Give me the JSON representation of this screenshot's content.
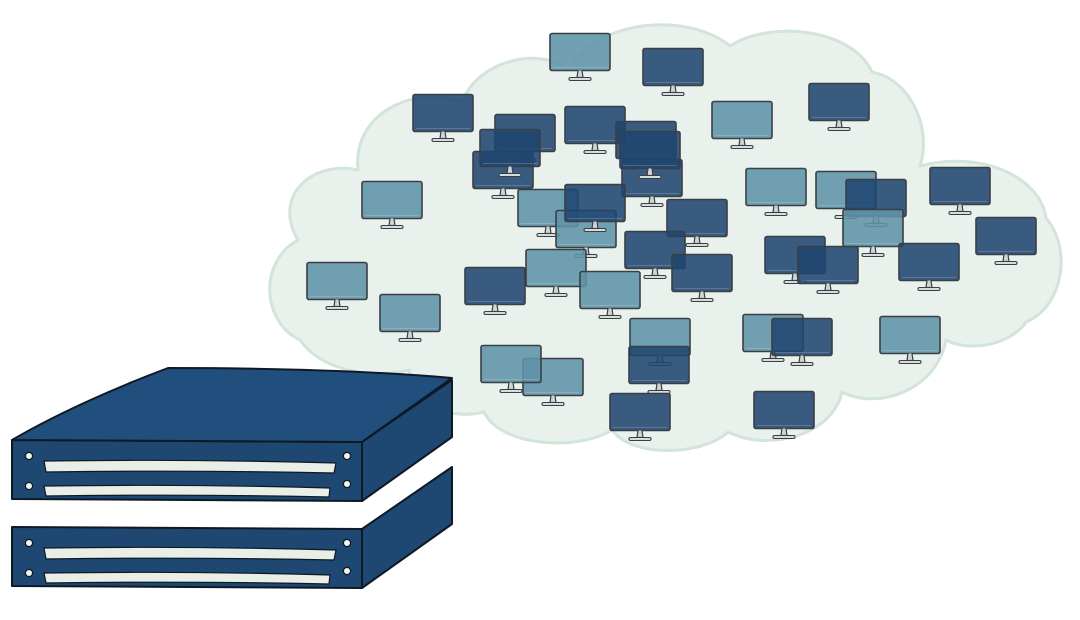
{
  "colors": {
    "background": "#ffffff",
    "cloud_fill": "#e8f1ec",
    "cloud_edge": "#d3e4da",
    "monitor_dark": "#1f4670",
    "monitor_light": "#5f93a8",
    "monitor_frame": "#3a3f44",
    "server_body": "#1e4872",
    "server_top": "#214f7d",
    "server_slot": "#e9efe6",
    "ink": "#0d1a26"
  },
  "icons": {
    "cloud": "cloud-shape",
    "monitor": "desktop-monitor-icon",
    "server": "rack-server-icon"
  },
  "monitors": [
    {
      "tone": "light"
    },
    {
      "tone": "dark"
    },
    {
      "tone": "dark"
    },
    {
      "tone": "dark"
    },
    {
      "tone": "dark"
    },
    {
      "tone": "dark"
    },
    {
      "tone": "light"
    },
    {
      "tone": "dark"
    },
    {
      "tone": "dark"
    },
    {
      "tone": "dark"
    },
    {
      "tone": "light"
    },
    {
      "tone": "light"
    },
    {
      "tone": "light"
    },
    {
      "tone": "dark"
    },
    {
      "tone": "light"
    },
    {
      "tone": "light"
    },
    {
      "tone": "dark"
    },
    {
      "tone": "dark"
    },
    {
      "tone": "dark"
    },
    {
      "tone": "dark"
    },
    {
      "tone": "light"
    },
    {
      "tone": "light"
    },
    {
      "tone": "dark"
    },
    {
      "tone": "light"
    },
    {
      "tone": "dark"
    },
    {
      "tone": "dark"
    },
    {
      "tone": "dark"
    },
    {
      "tone": "light"
    },
    {
      "tone": "dark"
    },
    {
      "tone": "light"
    },
    {
      "tone": "light"
    },
    {
      "tone": "light"
    },
    {
      "tone": "dark"
    },
    {
      "tone": "light"
    },
    {
      "tone": "dark"
    },
    {
      "tone": "light"
    },
    {
      "tone": "light"
    },
    {
      "tone": "dark"
    },
    {
      "tone": "dark"
    },
    {
      "tone": "dark"
    },
    {
      "tone": "dark"
    },
    {
      "tone": "dark"
    }
  ],
  "server_units": [
    {
      "name": "upper"
    },
    {
      "name": "lower"
    }
  ]
}
